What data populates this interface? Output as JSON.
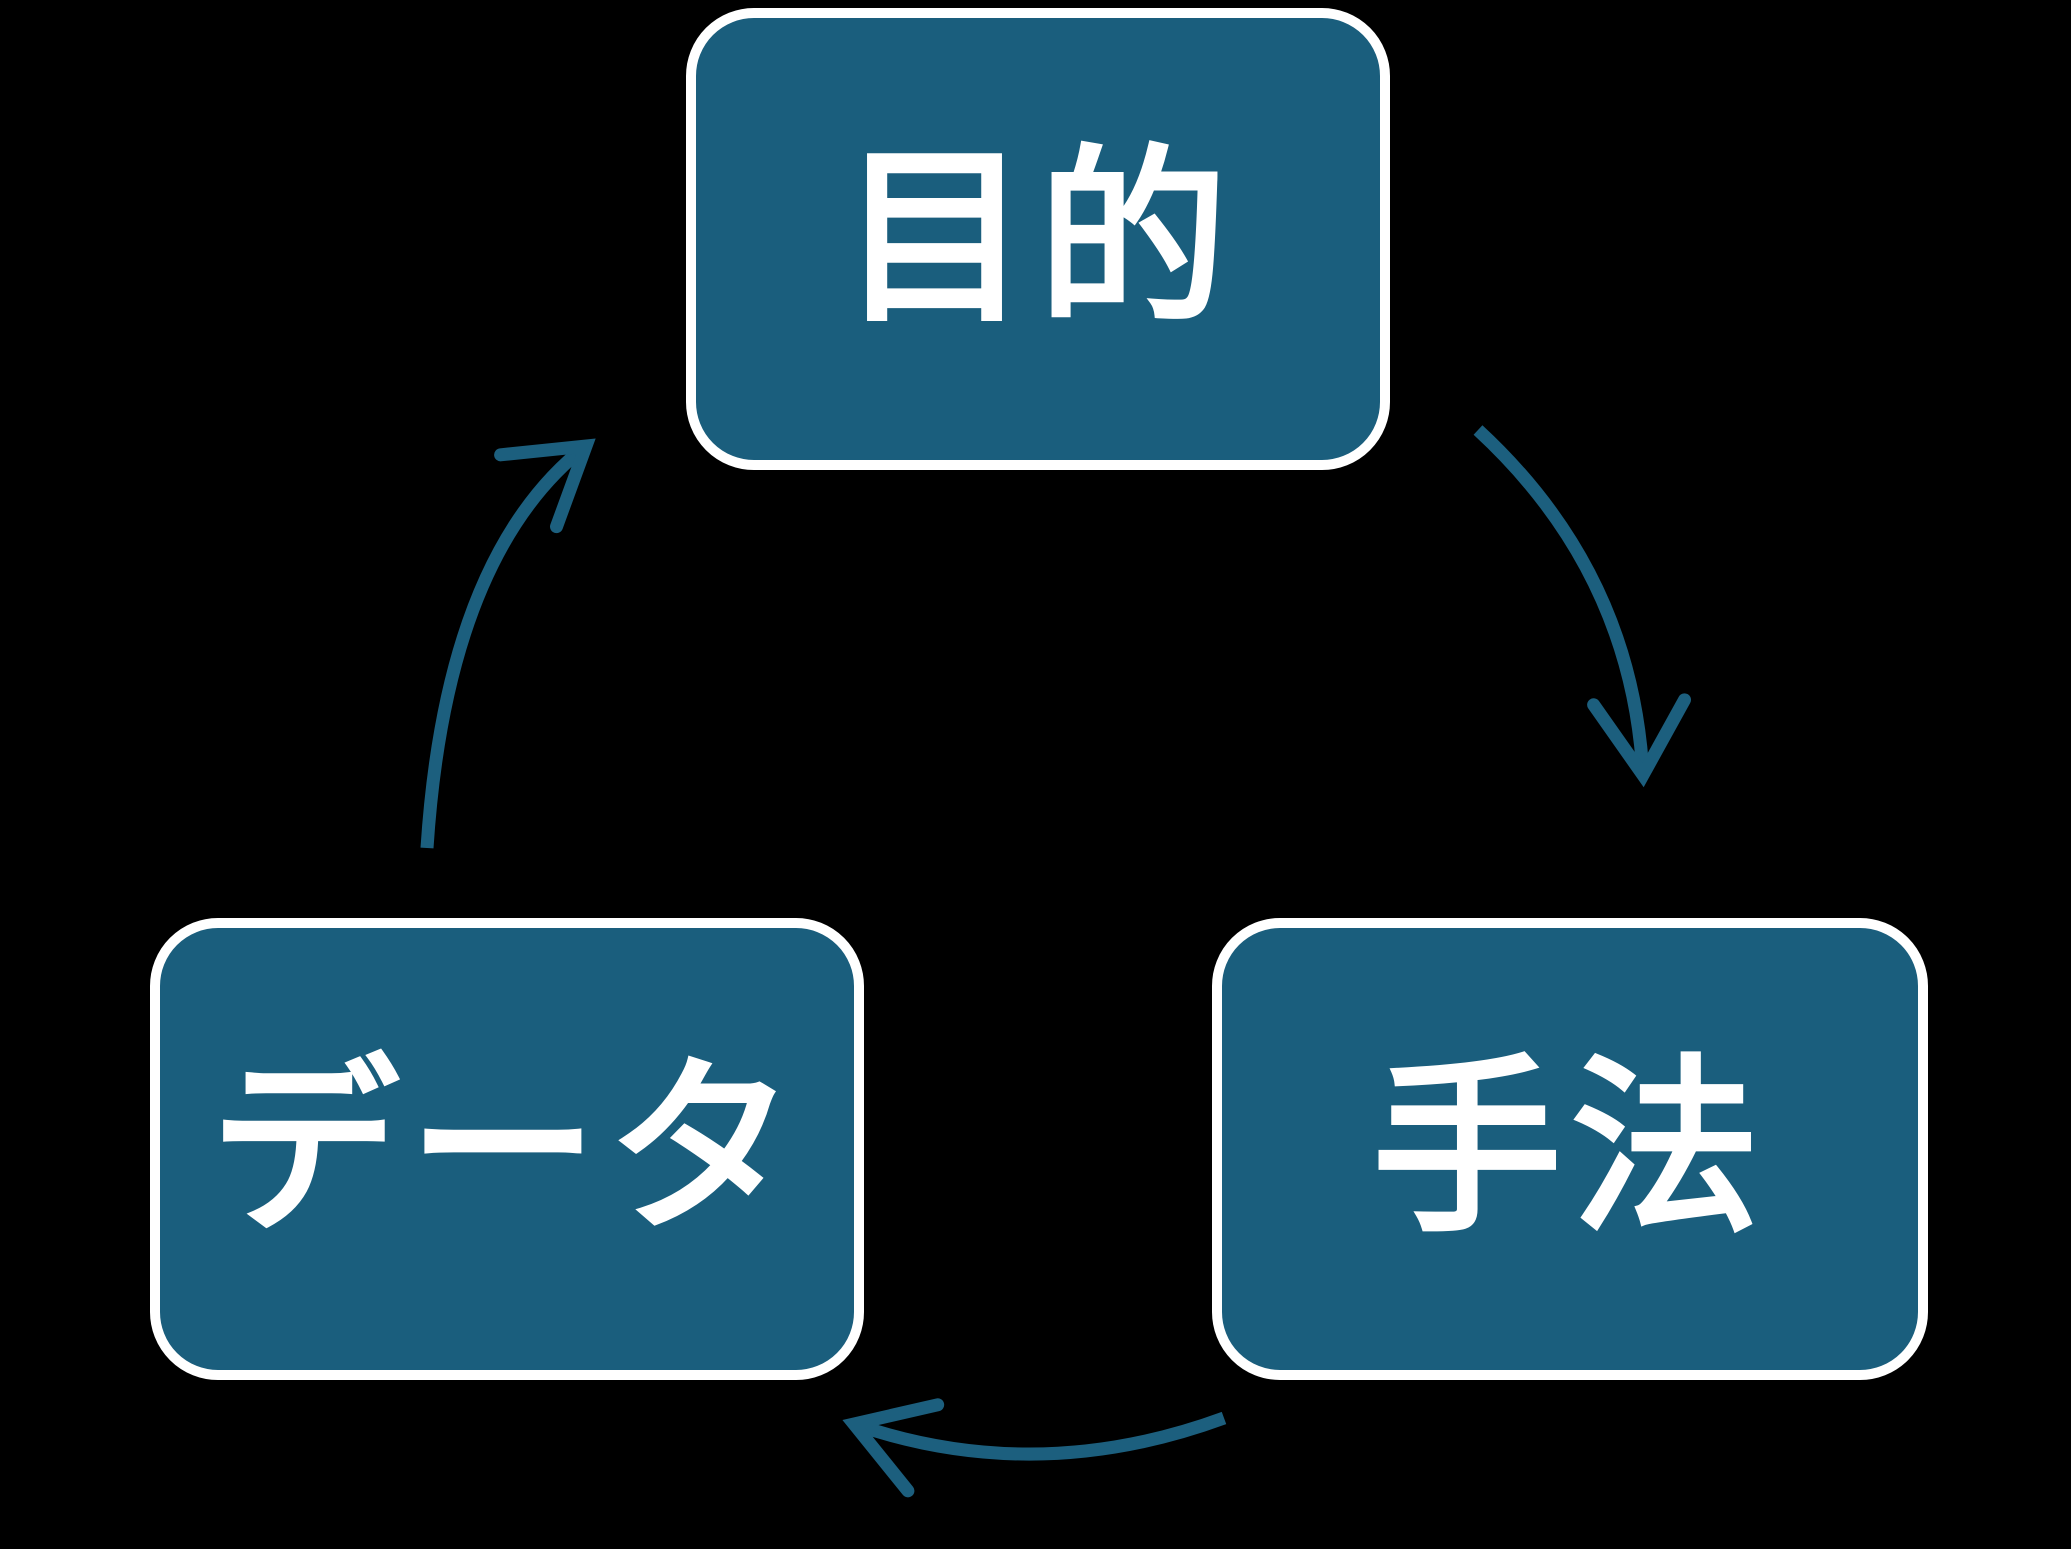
{
  "colors": {
    "background": "#000000",
    "node-fill": "#1A5E7D",
    "node-border": "#FFFFFF",
    "node-text": "#FFFFFF",
    "arrow": "#1C5F7E"
  },
  "nodes": {
    "purpose": {
      "label": "目的"
    },
    "method": {
      "label": "手法"
    },
    "data": {
      "label": "データ"
    }
  },
  "edges": [
    {
      "from": "purpose",
      "to": "method"
    },
    {
      "from": "method",
      "to": "data"
    },
    {
      "from": "data",
      "to": "purpose"
    }
  ]
}
